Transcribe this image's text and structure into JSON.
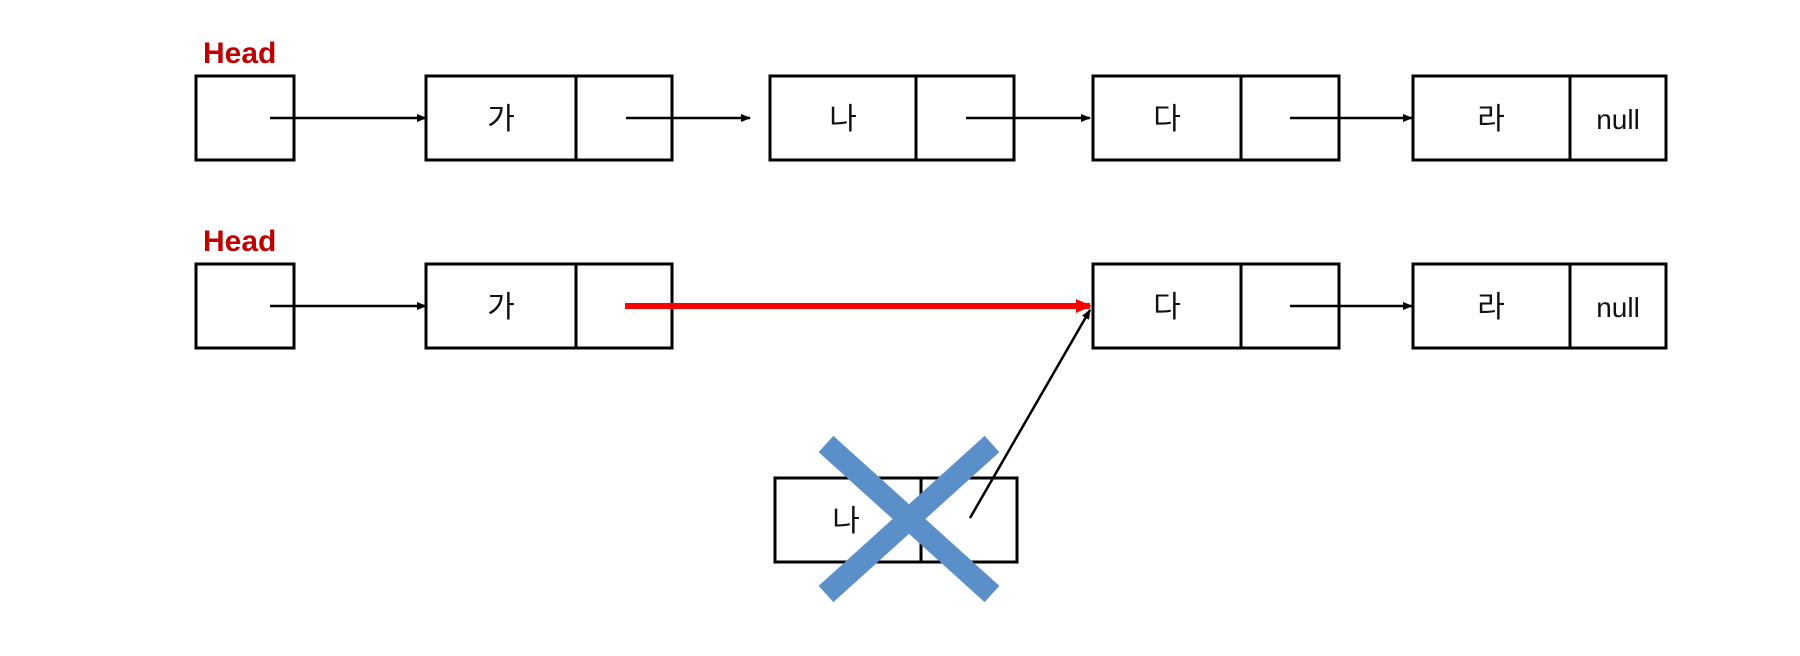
{
  "head_label": "Head",
  "null_label": "null",
  "colors": {
    "head": "#c00000",
    "new_link": "#ff0000",
    "cross": "#5b8fc9"
  },
  "top_list": {
    "nodes": [
      "가",
      "나",
      "다",
      "라"
    ]
  },
  "bottom_list": {
    "nodes": [
      "가",
      "다",
      "라"
    ],
    "removed_node": "나"
  }
}
